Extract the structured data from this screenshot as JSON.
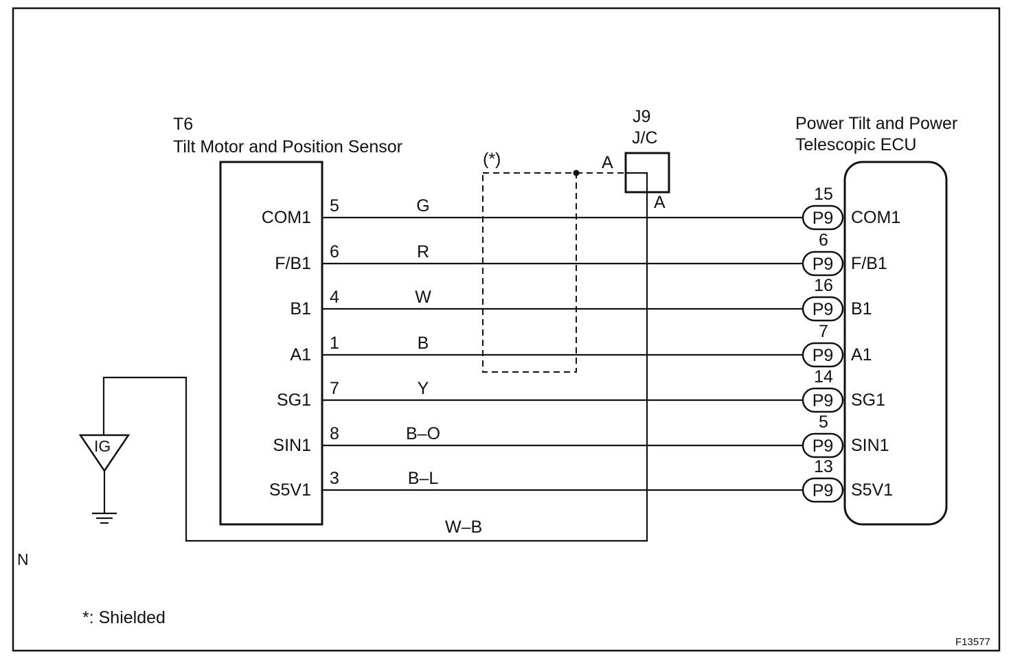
{
  "figure_id": "F13577",
  "corner_mark": "N",
  "footnote": "*: Shielded",
  "shield_label": "(*)",
  "sensor": {
    "code": "T6",
    "name": "Tilt Motor and Position Sensor"
  },
  "junction": {
    "code": "J9",
    "name": "J/C",
    "pin_top": "A",
    "pin_bottom": "A"
  },
  "ecu": {
    "line1": "Power Tilt and Power",
    "line2": "Telescopic ECU"
  },
  "ground_wire": {
    "color": "W–B"
  },
  "ig_label": "IG",
  "connections": [
    {
      "terminal": "COM1",
      "sensor_pin": "5",
      "wire": "G",
      "ecu_pin": "15",
      "connector": "P9",
      "ecu_terminal": "COM1"
    },
    {
      "terminal": "F/B1",
      "sensor_pin": "6",
      "wire": "R",
      "ecu_pin": "6",
      "connector": "P9",
      "ecu_terminal": "F/B1"
    },
    {
      "terminal": "B1",
      "sensor_pin": "4",
      "wire": "W",
      "ecu_pin": "16",
      "connector": "P9",
      "ecu_terminal": "B1"
    },
    {
      "terminal": "A1",
      "sensor_pin": "1",
      "wire": "B",
      "ecu_pin": "7",
      "connector": "P9",
      "ecu_terminal": "A1"
    },
    {
      "terminal": "SG1",
      "sensor_pin": "7",
      "wire": "Y",
      "ecu_pin": "14",
      "connector": "P9",
      "ecu_terminal": "SG1"
    },
    {
      "terminal": "SIN1",
      "sensor_pin": "8",
      "wire": "B–O",
      "ecu_pin": "5",
      "connector": "P9",
      "ecu_terminal": "SIN1"
    },
    {
      "terminal": "S5V1",
      "sensor_pin": "3",
      "wire": "B–L",
      "ecu_pin": "13",
      "connector": "P9",
      "ecu_terminal": "S5V1"
    }
  ]
}
